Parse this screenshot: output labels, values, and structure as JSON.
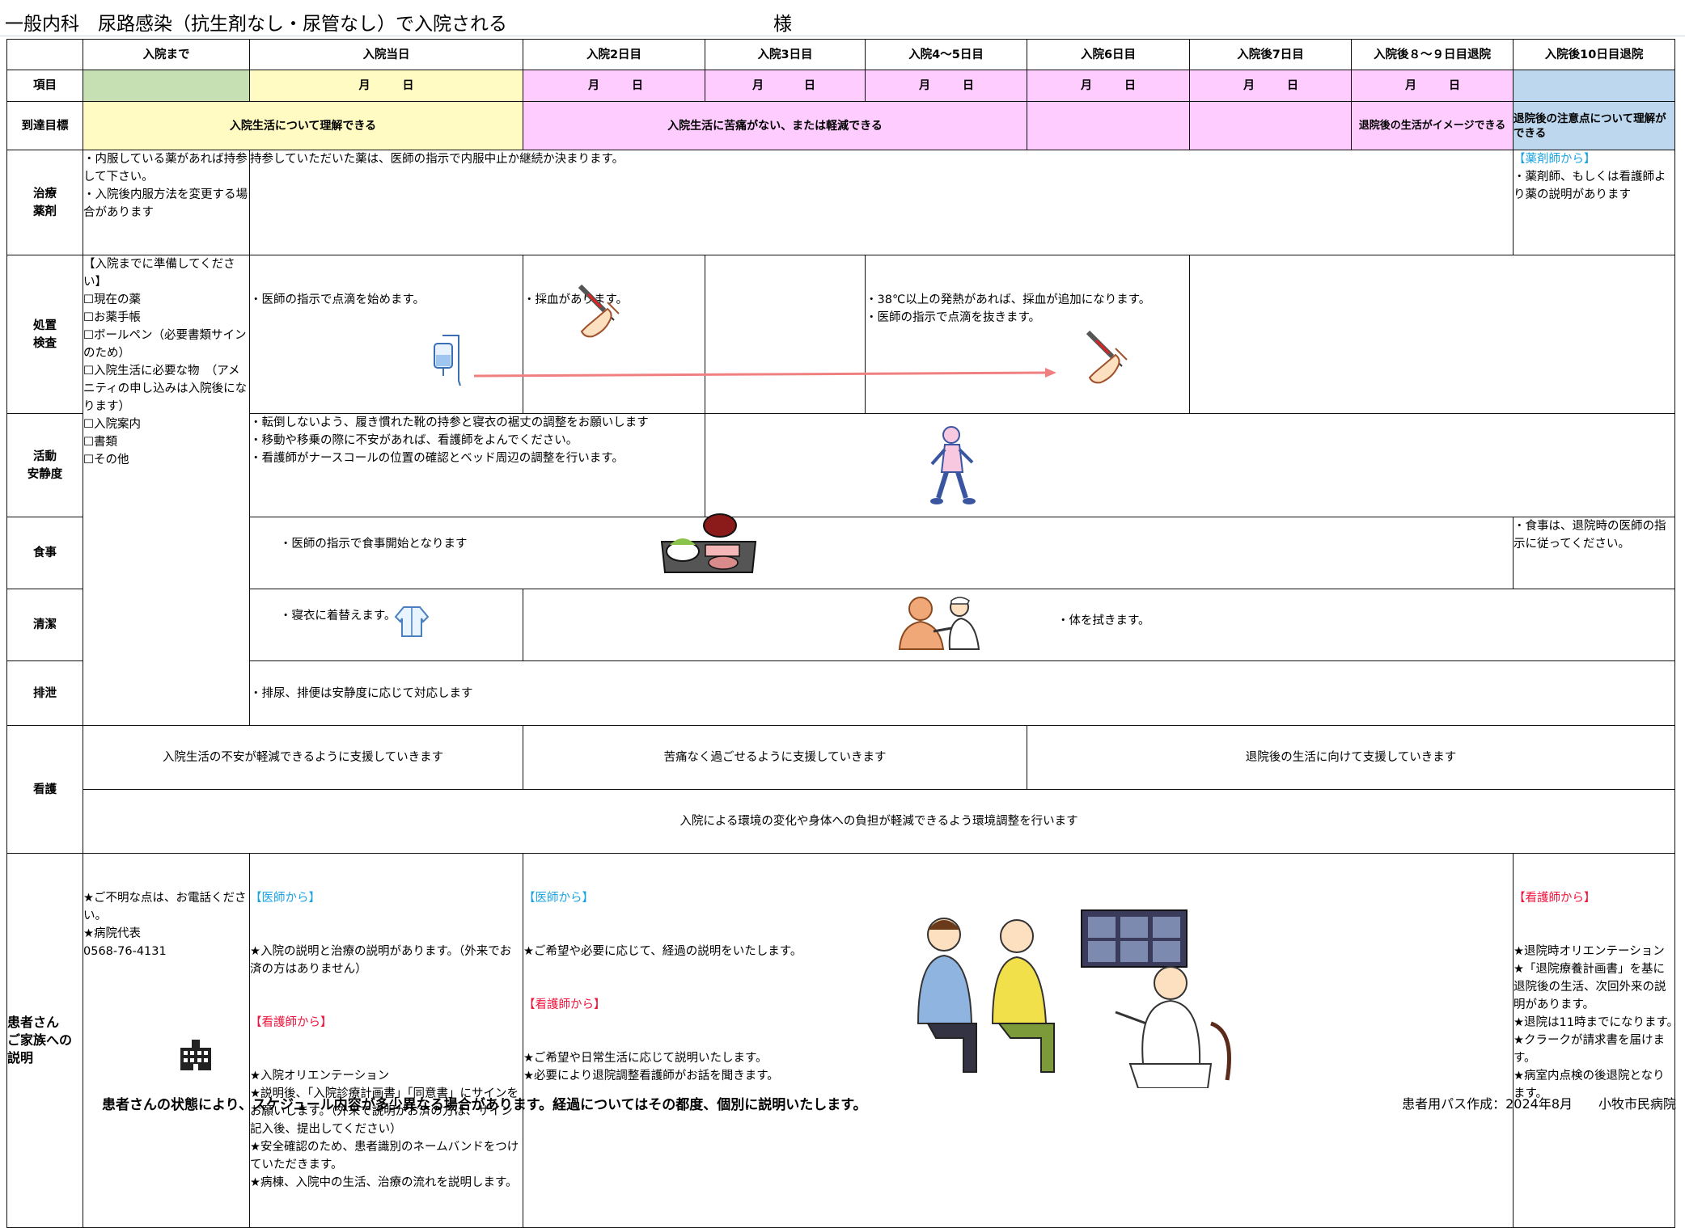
{
  "title": {
    "main": "一般内科　尿路感染（抗生剤なし・尿管なし）で入院される",
    "sama": "様"
  },
  "columns": [
    "入院まで",
    "入院当日",
    "入院2日目",
    "入院3日目",
    "入院4～5日目",
    "入院6日目",
    "入院後7日目",
    "入院後８～９日目退院",
    "入院後10日目退院"
  ],
  "row_labels": {
    "item": "項目",
    "goal": "到達目標",
    "treatment": "治療\n薬剤",
    "procedure": "処置\n検査",
    "activity": "活動\n安静度",
    "meal": "食事",
    "hygiene": "清潔",
    "excretion": "排泄",
    "nursing": "看護",
    "explanation": "患者さん\nご家族への\n説明"
  },
  "dates": {
    "month": "月",
    "day": "日"
  },
  "goals": {
    "g1": "入院生活について理解できる",
    "g2": "入院生活に苦痛がない、または軽減できる",
    "g3": "退院後の生活がイメージできる",
    "g4": "退院後の注意点について理解ができる"
  },
  "treatment": {
    "c1": "・内服している薬があれば持参して下さい。\n・入院後内服方法を変更する場合があります",
    "c2": "持参していただいた薬は、医師の指示で内服中止か継続か決まります。",
    "c9_head": "【薬剤師から】",
    "c9": "・薬剤師、もしくは看護師より薬の説明があります"
  },
  "prep": "【入院までに準備してください】\n☐現在の薬\n☐お薬手帳\n☐ボールペン（必要書類サインのため）\n☐入院生活に必要な物　（アメニティの申し込みは入院後になります）\n☐入院案内\n☐書類\n☐その他",
  "procedure": {
    "c2": "・医師の指示で点滴を始めます。",
    "c3": "・採血があります。",
    "c5": "・38℃以上の発熱があれば、採血が追加になります。\n・医師の指示で点滴を抜きます。"
  },
  "activity": "・転倒しないよう、履き慣れた靴の持参と寝衣の裾丈の調整をお願いします\n・移動や移乗の際に不安があれば、看護師をよんでください。\n・看護師がナースコールの位置の確認とベッド周辺の調整を行います。",
  "meal": {
    "c2": "・医師の指示で食事開始となります",
    "c9": "・食事は、退院時の医師の指示に従ってください。"
  },
  "hygiene": {
    "c2": "・寝衣に着替えます。",
    "c3": "・体を拭きます。"
  },
  "excretion": "・排尿、排便は安静度に応じて対応します",
  "nursing": {
    "n1": "入院生活の不安が軽減できるように支援していきます",
    "n2": "苦痛なく過ごせるように支援していきます",
    "n3": "退院後の生活に向けて支援していきます",
    "n4": "入院による環境の変化や身体への負担が軽減できるよう環境調整を行います"
  },
  "explain": {
    "c1": "★ご不明な点は、お電話ください。\n★病院代表\n0568-76-4131",
    "c2_doc_head": "【医師から】",
    "c2_doc": "★入院の説明と治療の説明があります。（外来でお済の方はありません）",
    "c2_nurse_head": "【看護師から】",
    "c2_nurse": "★入院オリエンテーション\n★説明後、「入院診療計画書」「同意書」にサインをお願いします。（外来で説明がお済の方は、サイン記入後、提出してください）\n★安全確認のため、患者識別のネームバンドをつけていただきます。\n★病棟、入院中の生活、治療の流れを説明します。",
    "c3_doc_head": "【医師から】",
    "c3_doc": "★ご希望や必要に応じて、経過の説明をいたします。",
    "c3_nurse_head": "【看護師から】",
    "c3_nurse": "★ご希望や日常生活に応じて説明いたします。\n★必要により退院調整看護師がお話を聞きます。",
    "c9_head": "【看護師から】",
    "c9": "★退院時オリエンテーション\n★「退院療養計画書」を基に退院後の生活、次回外来の説明があります。\n★退院は11時までになります。　　　　　　　★クラークが請求書を届けます。\n★病室内点検の後退院となります。"
  },
  "footer": {
    "note": "患者さんの状態により、スケジュール内容が多少異なる場合があります。経過についてはその都度、個別に説明いたします。",
    "created": "患者用パス作成：2024年8月　　小牧市民病院"
  }
}
